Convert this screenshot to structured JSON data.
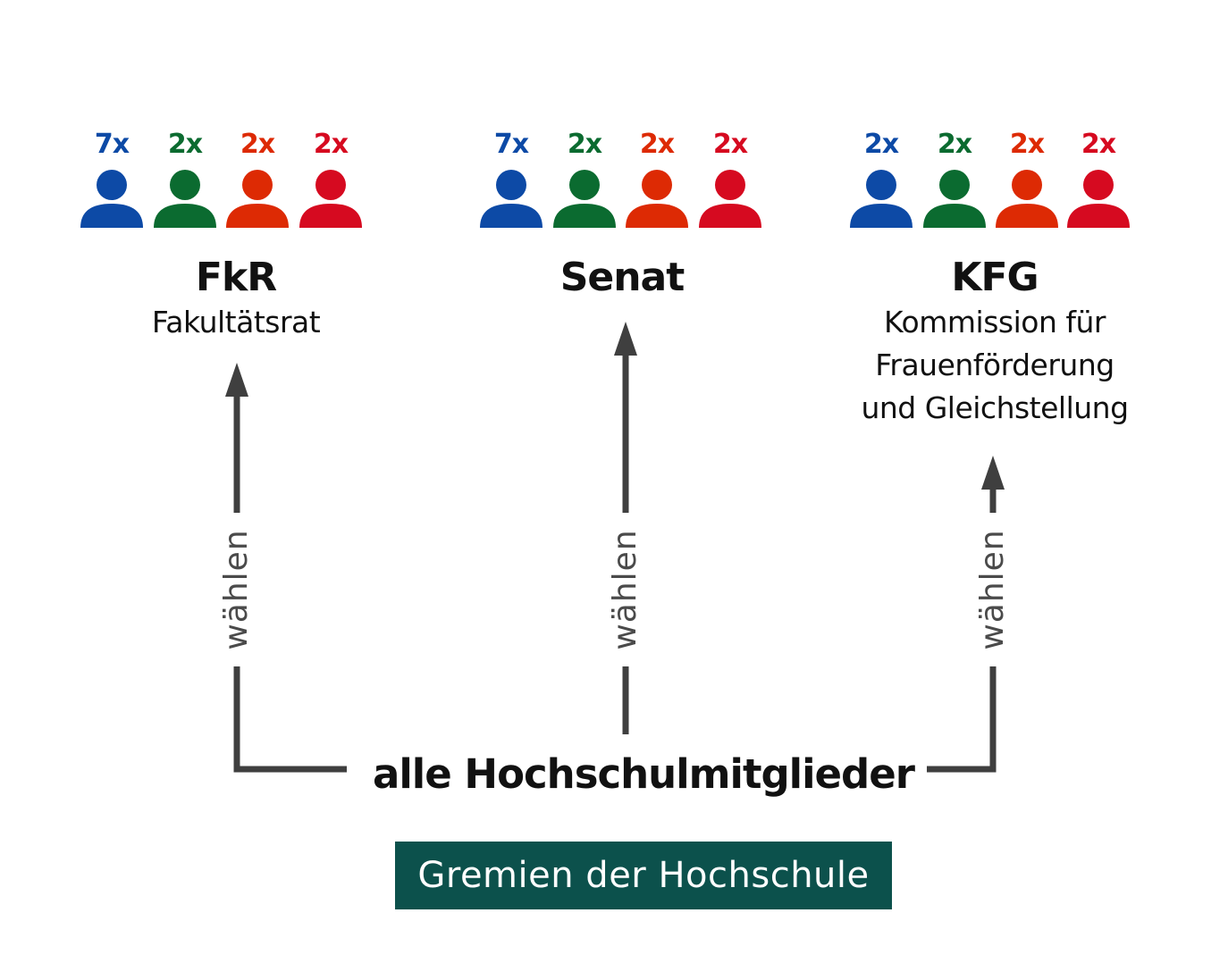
{
  "colors": {
    "blue": "#0d4aa6",
    "green": "#0b6b30",
    "orange": "#dd2a04",
    "red": "#d60a20",
    "arrow": "#3f3f3f",
    "caption_bg": "#0c514c"
  },
  "groups": [
    {
      "title": "FkR",
      "subtitle_lines": [
        "Fakultätsrat"
      ],
      "members": [
        {
          "count": "7x",
          "color": "blue"
        },
        {
          "count": "2x",
          "color": "green"
        },
        {
          "count": "2x",
          "color": "orange"
        },
        {
          "count": "2x",
          "color": "red"
        }
      ],
      "edge_label": "wählen"
    },
    {
      "title": "Senat",
      "subtitle_lines": [],
      "members": [
        {
          "count": "7x",
          "color": "blue"
        },
        {
          "count": "2x",
          "color": "green"
        },
        {
          "count": "2x",
          "color": "orange"
        },
        {
          "count": "2x",
          "color": "red"
        }
      ],
      "edge_label": "wählen"
    },
    {
      "title": "KFG",
      "subtitle_lines": [
        "Kommission für",
        "Frauenförderung",
        "und Gleichstellung"
      ],
      "members": [
        {
          "count": "2x",
          "color": "blue"
        },
        {
          "count": "2x",
          "color": "green"
        },
        {
          "count": "2x",
          "color": "orange"
        },
        {
          "count": "2x",
          "color": "red"
        }
      ],
      "edge_label": "wählen"
    }
  ],
  "source_label": "alle Hochschulmitglieder",
  "caption": "Gremien der Hochschule"
}
